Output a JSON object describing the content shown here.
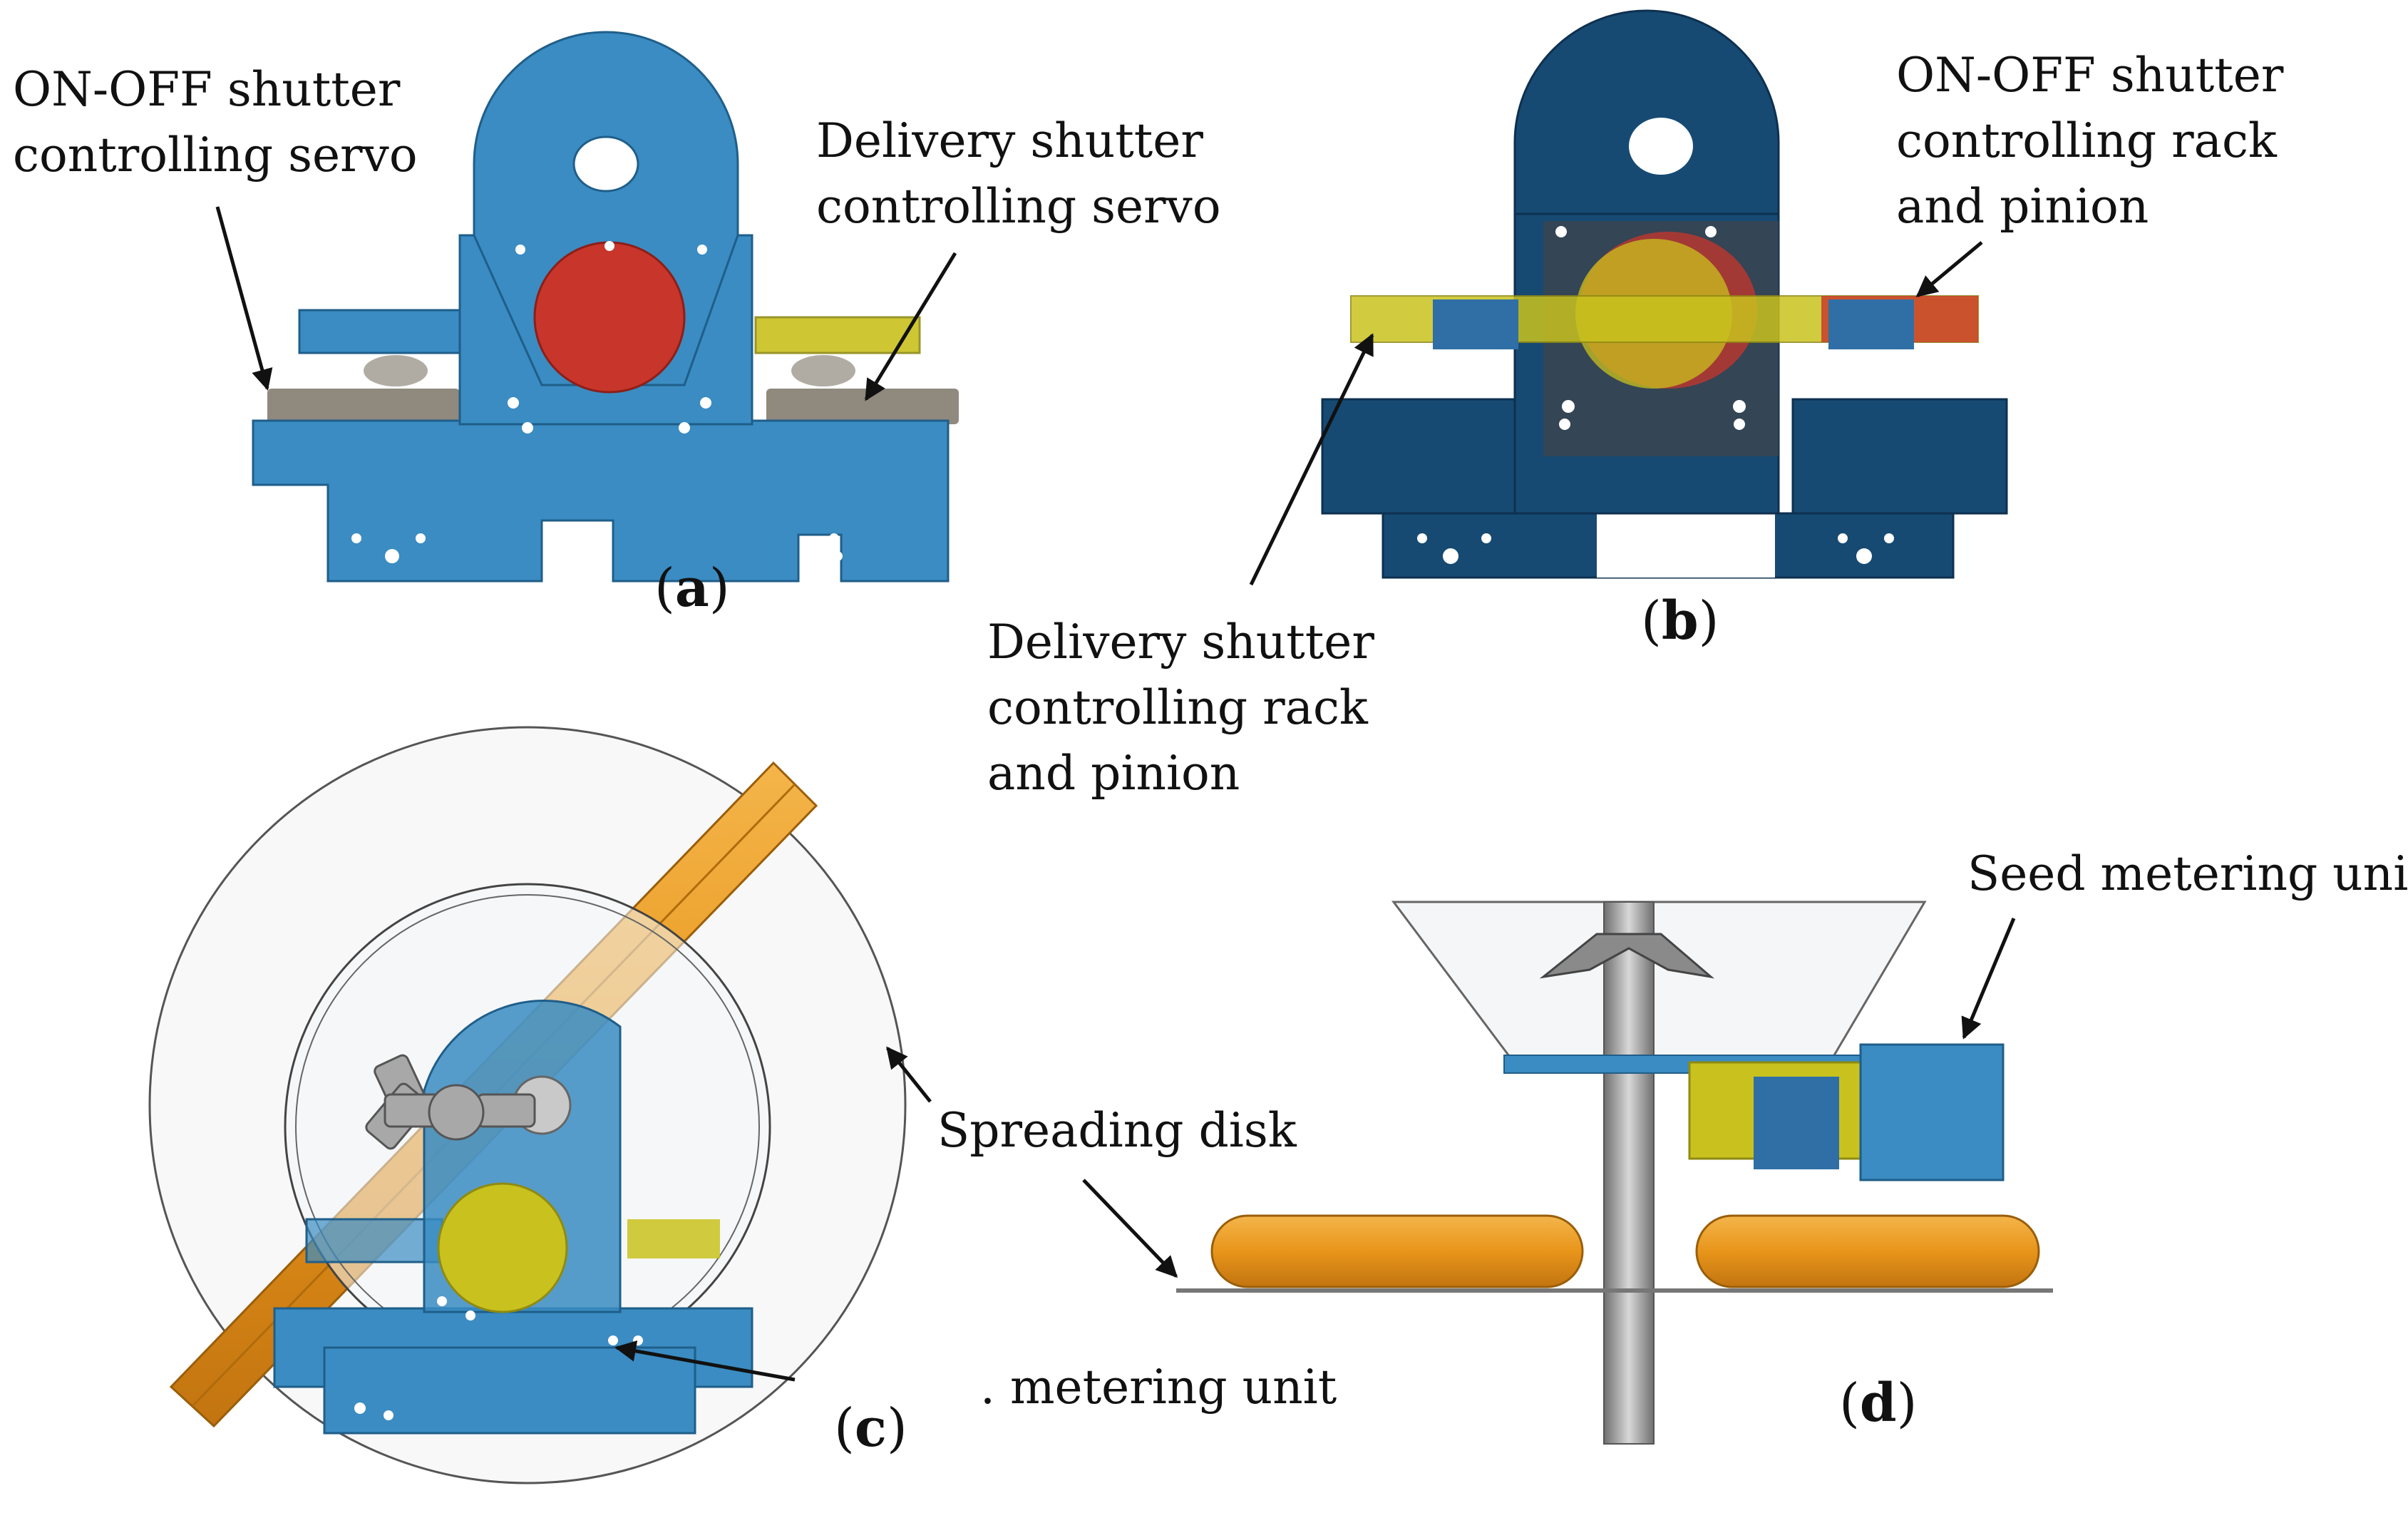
{
  "figure": {
    "panels": {
      "a": {
        "caption_letter": "a",
        "labels": {
          "onoff_line1": "ON-OFF shutter",
          "onoff_line2": "controlling servo",
          "delivery_line1": "Delivery shutter",
          "delivery_line2": "controlling servo"
        }
      },
      "b": {
        "caption_letter": "b",
        "labels": {
          "onoff_line1": "ON-OFF shutter",
          "onoff_line2": "controlling rack",
          "onoff_line3": "and pinion",
          "delivery_line1": "Delivery shutter",
          "delivery_line2": "controlling rack",
          "delivery_line3": "and pinion"
        }
      },
      "c": {
        "caption_letter": "c",
        "labels": {
          "spreading_disk": "Spreading disk",
          "metering_unit": ". metering unit"
        }
      },
      "d": {
        "caption_letter": "d",
        "labels": {
          "seed_metering_unit": "Seed metering unit"
        }
      }
    },
    "colors": {
      "blue_part": "#3a8cc2",
      "dark_blue_part": "#164a72",
      "red_shutter": "#c8352b",
      "yellow_shutter": "#c9c21e",
      "orange_vane": "#f0a423",
      "servo_grey": "#a09a90"
    }
  }
}
